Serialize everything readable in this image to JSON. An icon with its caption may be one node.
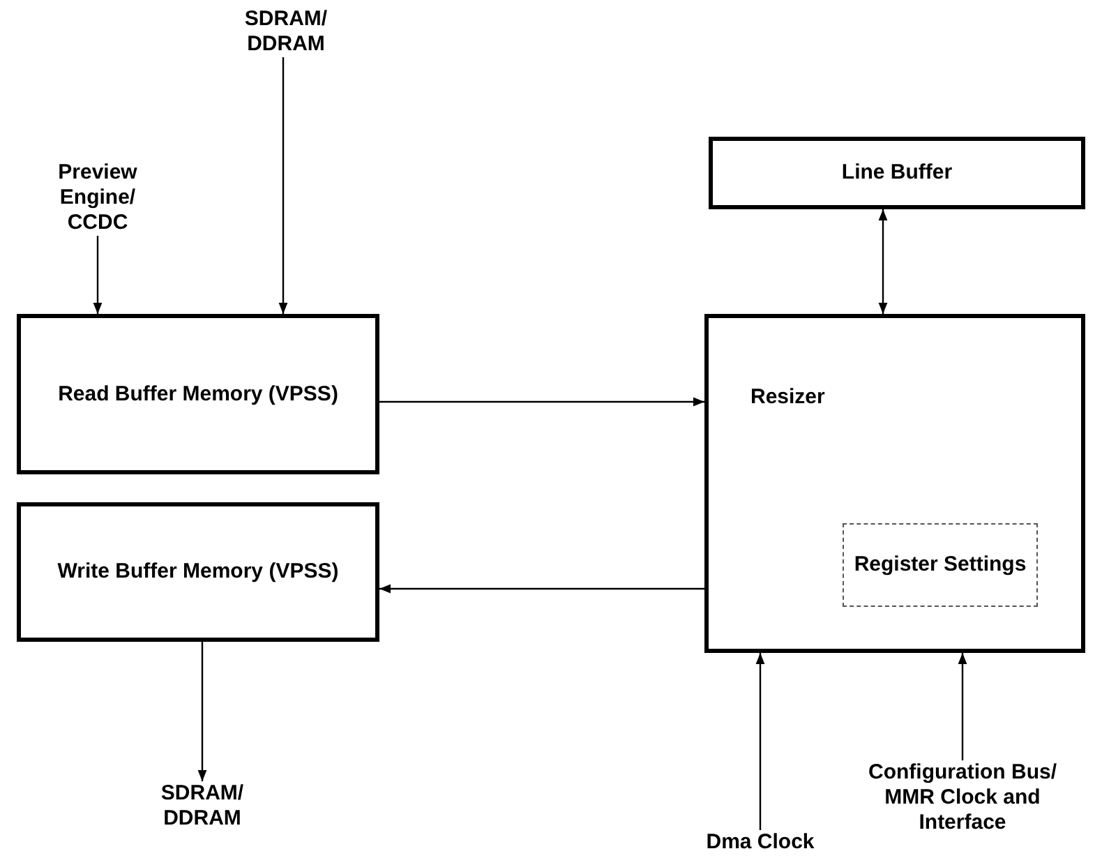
{
  "diagram": {
    "nodes": [
      {
        "text": [
          "Line Buffer"
        ]
      },
      {
        "text": [
          "SDRAM/ DDRAM"
        ]
      },
      {
        "text": [
          "Preview Engine/ CCDC"
        ]
      },
      {
        "text": [
          "Read Buffer Memory (VPSS)"
        ]
      },
      {
        "text": [
          "Resizer"
        ]
      },
      {
        "text": [
          "Register Settings"
        ],
        "in": 4
      },
      {
        "text": [
          "Write Buffer Memory (VPSS)"
        ]
      },
      {
        "text": [
          "SDRAM/ DDRAM"
        ]
      },
      {
        "text": [
          "Dma Clock"
        ]
      },
      {
        "text": [
          "Configuration Bus/ MMR Clock and Interface"
        ]
      }
    ],
    "edges": [
      {
        "from": 4,
        "to": 0,
        "arrow": "both"
      },
      {
        "from": 1,
        "to": 3,
        "arrow": "to"
      },
      {
        "from": 2,
        "to": 3,
        "arrow": "to"
      },
      {
        "from": 3,
        "to": 4,
        "arrow": "to"
      },
      {
        "from": 4,
        "to": 6,
        "arrow": "to"
      },
      {
        "from": 6,
        "to": 7,
        "arrow": "to"
      },
      {
        "from": 8,
        "to": 4,
        "arrow": "to"
      },
      {
        "from": 9,
        "to": 4,
        "arrow": "to"
      }
    ]
  }
}
